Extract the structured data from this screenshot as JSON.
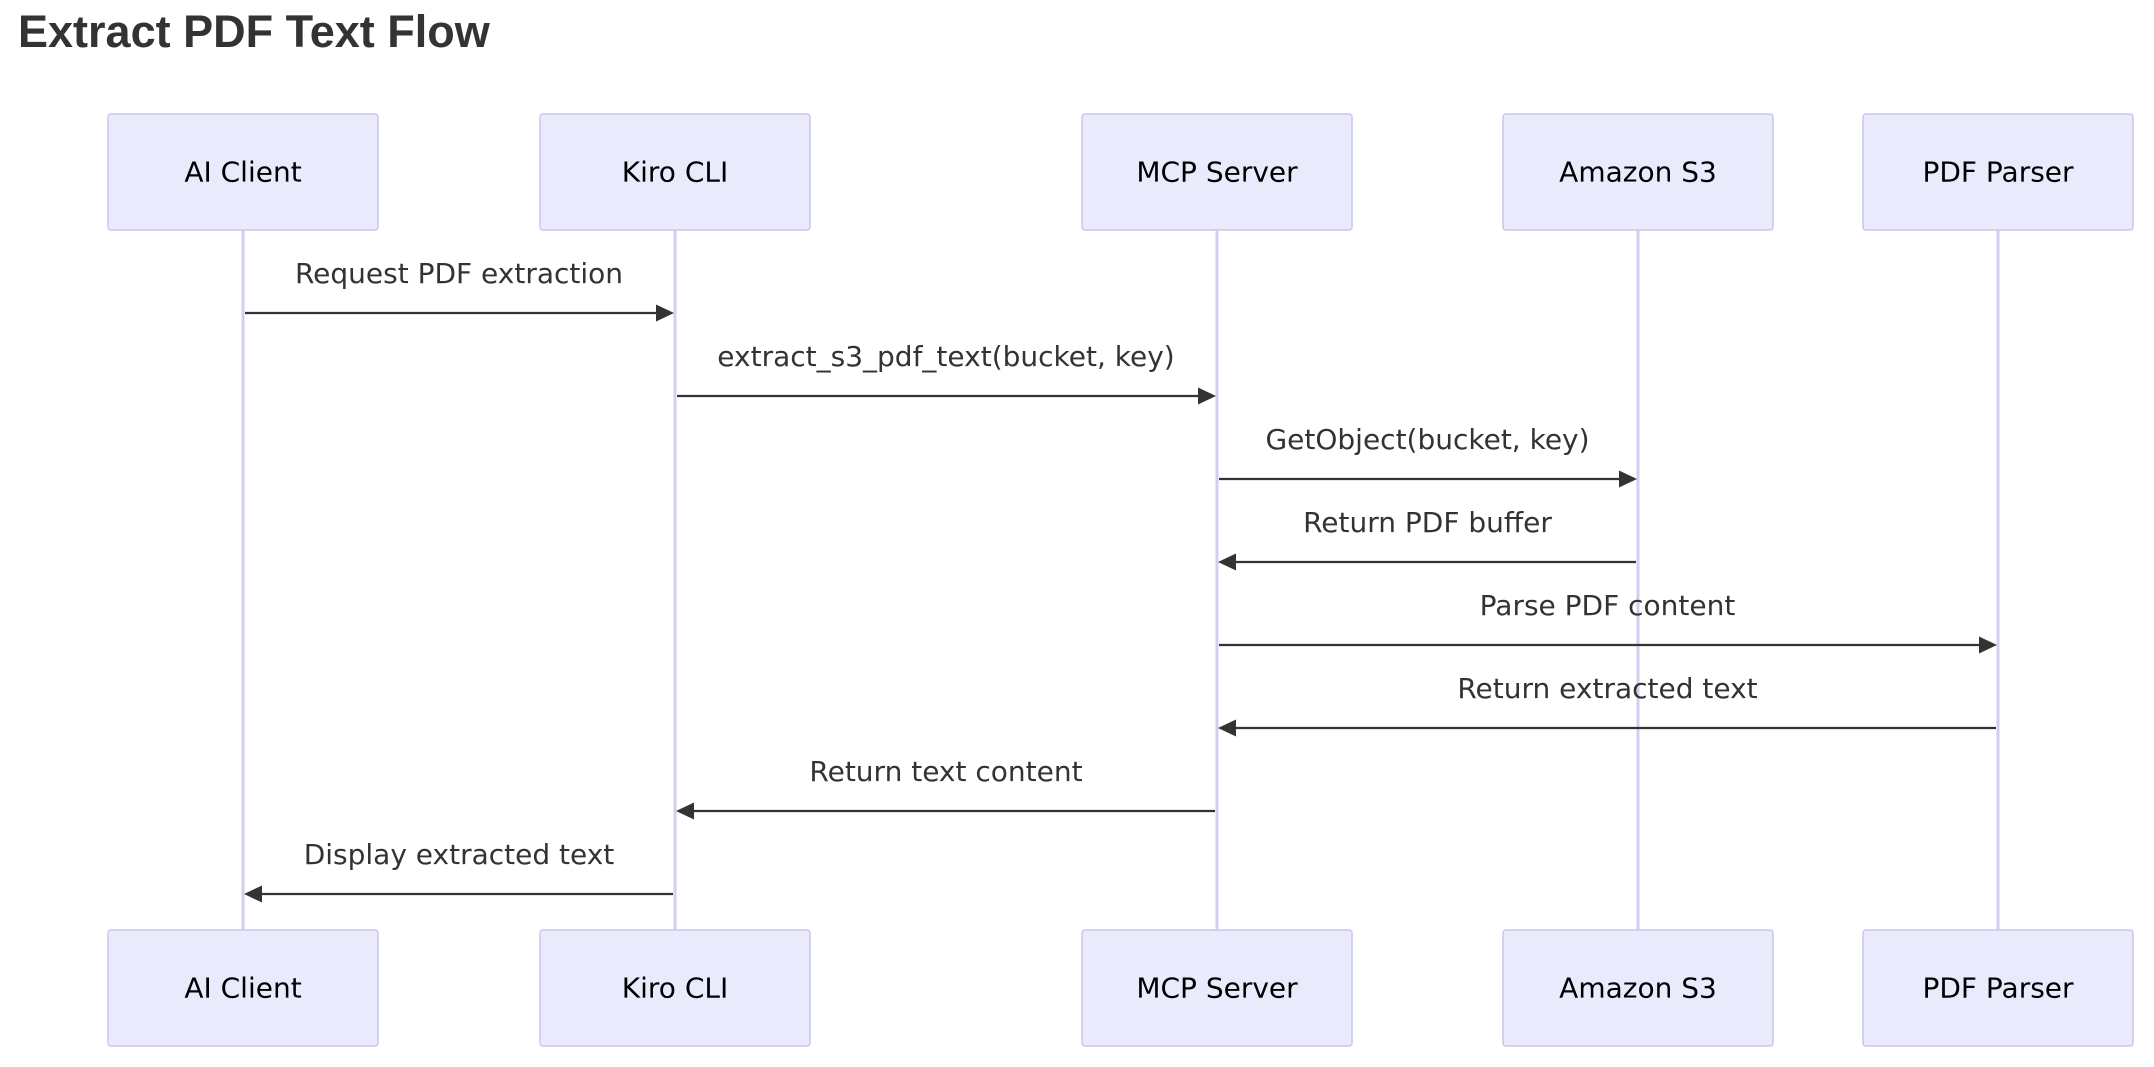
{
  "title": "Extract PDF Text Flow",
  "actors": [
    {
      "id": "ai_client",
      "label": "AI Client"
    },
    {
      "id": "kiro_cli",
      "label": "Kiro CLI"
    },
    {
      "id": "mcp_server",
      "label": "MCP Server"
    },
    {
      "id": "amazon_s3",
      "label": "Amazon S3"
    },
    {
      "id": "pdf_parser",
      "label": "PDF Parser"
    }
  ],
  "messages": [
    {
      "from": "ai_client",
      "to": "kiro_cli",
      "label": "Request PDF extraction"
    },
    {
      "from": "kiro_cli",
      "to": "mcp_server",
      "label": "extract_s3_pdf_text(bucket, key)"
    },
    {
      "from": "mcp_server",
      "to": "amazon_s3",
      "label": "GetObject(bucket, key)"
    },
    {
      "from": "amazon_s3",
      "to": "mcp_server",
      "label": "Return PDF buffer"
    },
    {
      "from": "mcp_server",
      "to": "pdf_parser",
      "label": "Parse PDF content"
    },
    {
      "from": "pdf_parser",
      "to": "mcp_server",
      "label": "Return extracted text"
    },
    {
      "from": "mcp_server",
      "to": "kiro_cli",
      "label": "Return text content"
    },
    {
      "from": "kiro_cli",
      "to": "ai_client",
      "label": "Display extracted text"
    }
  ]
}
